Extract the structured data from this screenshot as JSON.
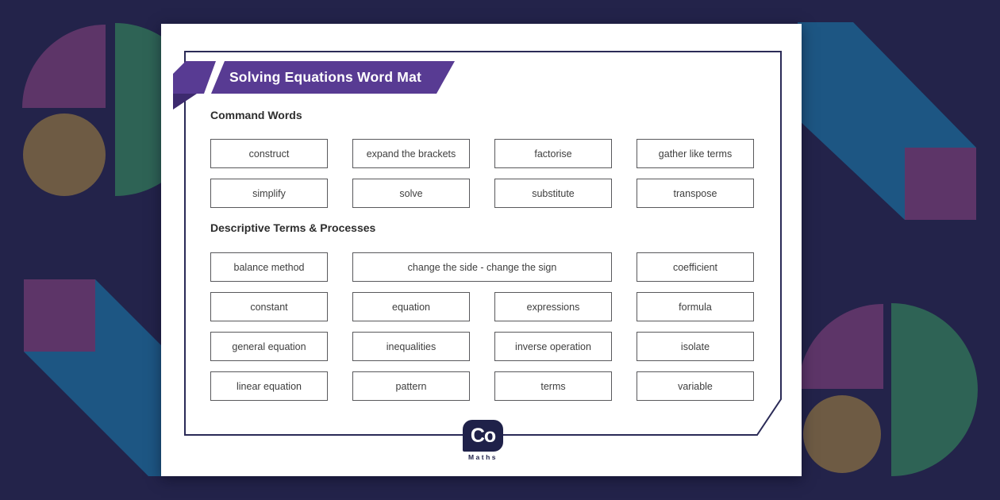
{
  "colors": {
    "page_bg": "#23234A",
    "card_bg": "#FFFFFF",
    "banner_purple": "#583B93",
    "banner_fold": "#3D2A6E",
    "frame_navy": "#2B2B57",
    "shape_purple": "#5D3568",
    "shape_teal": "#2E6355",
    "shape_blue": "#1D5683",
    "shape_brown": "#6E5B44",
    "logo_navy": "#1F2149",
    "box_border": "#59595C",
    "box_text": "#3E3E3E",
    "heading_text": "#2D2D2D",
    "title_text": "#FFFFFF"
  },
  "banner": {
    "title": "Solving Equations Word Mat"
  },
  "sections": [
    {
      "heading": "Command Words",
      "items": [
        {
          "label": "construct"
        },
        {
          "label": "expand the brackets"
        },
        {
          "label": "factorise"
        },
        {
          "label": "gather like terms"
        },
        {
          "label": "simplify"
        },
        {
          "label": "solve"
        },
        {
          "label": "substitute"
        },
        {
          "label": "transpose"
        }
      ]
    },
    {
      "heading": "Descriptive Terms & Processes",
      "items": [
        {
          "label": "balance method"
        },
        {
          "label": "change the side - change the sign",
          "span": 2
        },
        {
          "label": "coefficient"
        },
        {
          "label": "constant"
        },
        {
          "label": "equation"
        },
        {
          "label": "expressions"
        },
        {
          "label": "formula"
        },
        {
          "label": "general equation"
        },
        {
          "label": "inequalities"
        },
        {
          "label": "inverse operation"
        },
        {
          "label": "isolate"
        },
        {
          "label": "linear equation"
        },
        {
          "label": "pattern"
        },
        {
          "label": "terms"
        },
        {
          "label": "variable"
        }
      ]
    }
  ],
  "logo": {
    "monogram": "Co",
    "label": "Maths"
  }
}
